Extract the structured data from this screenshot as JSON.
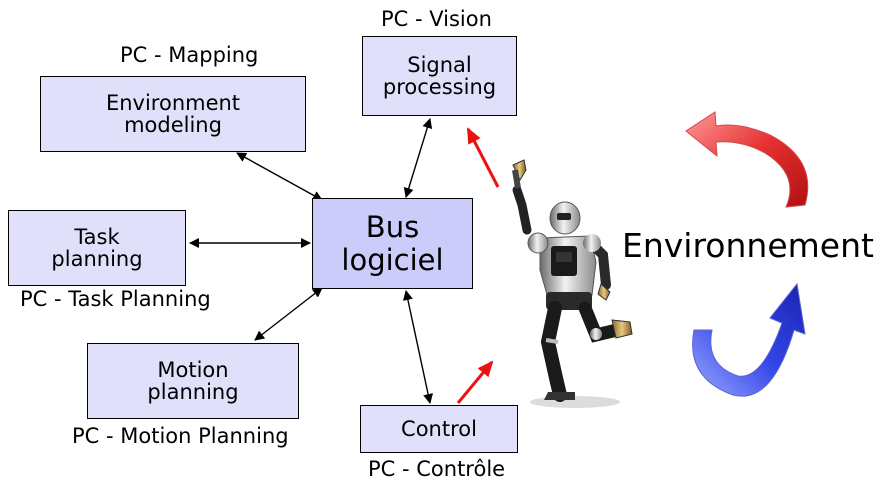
{
  "boxes": {
    "signal": {
      "line1": "Signal",
      "line2": "processing"
    },
    "envmodel": {
      "line1": "Environment",
      "line2": "modeling"
    },
    "task": {
      "line1": "Task",
      "line2": "planning"
    },
    "motion": {
      "line1": "Motion",
      "line2": "planning"
    },
    "bus": {
      "line1": "Bus",
      "line2": "logiciel"
    },
    "control": {
      "line1": "Control"
    }
  },
  "captions": {
    "vision": "PC - Vision",
    "mapping": "PC - Mapping",
    "task_planning": "PC - Task Planning",
    "motion_planning": "PC - Motion Planning",
    "controle": "PC - Contrôle"
  },
  "environment_label": "Environnement",
  "colors": {
    "box_fill": "#e0e0fa",
    "bus_fill": "#ccccfa",
    "arrow_red": "#ee1111",
    "curved_top": "#e03030",
    "curved_bottom": "#2a3ee0"
  },
  "robot": {
    "icon": "humanoid-robot-icon"
  }
}
